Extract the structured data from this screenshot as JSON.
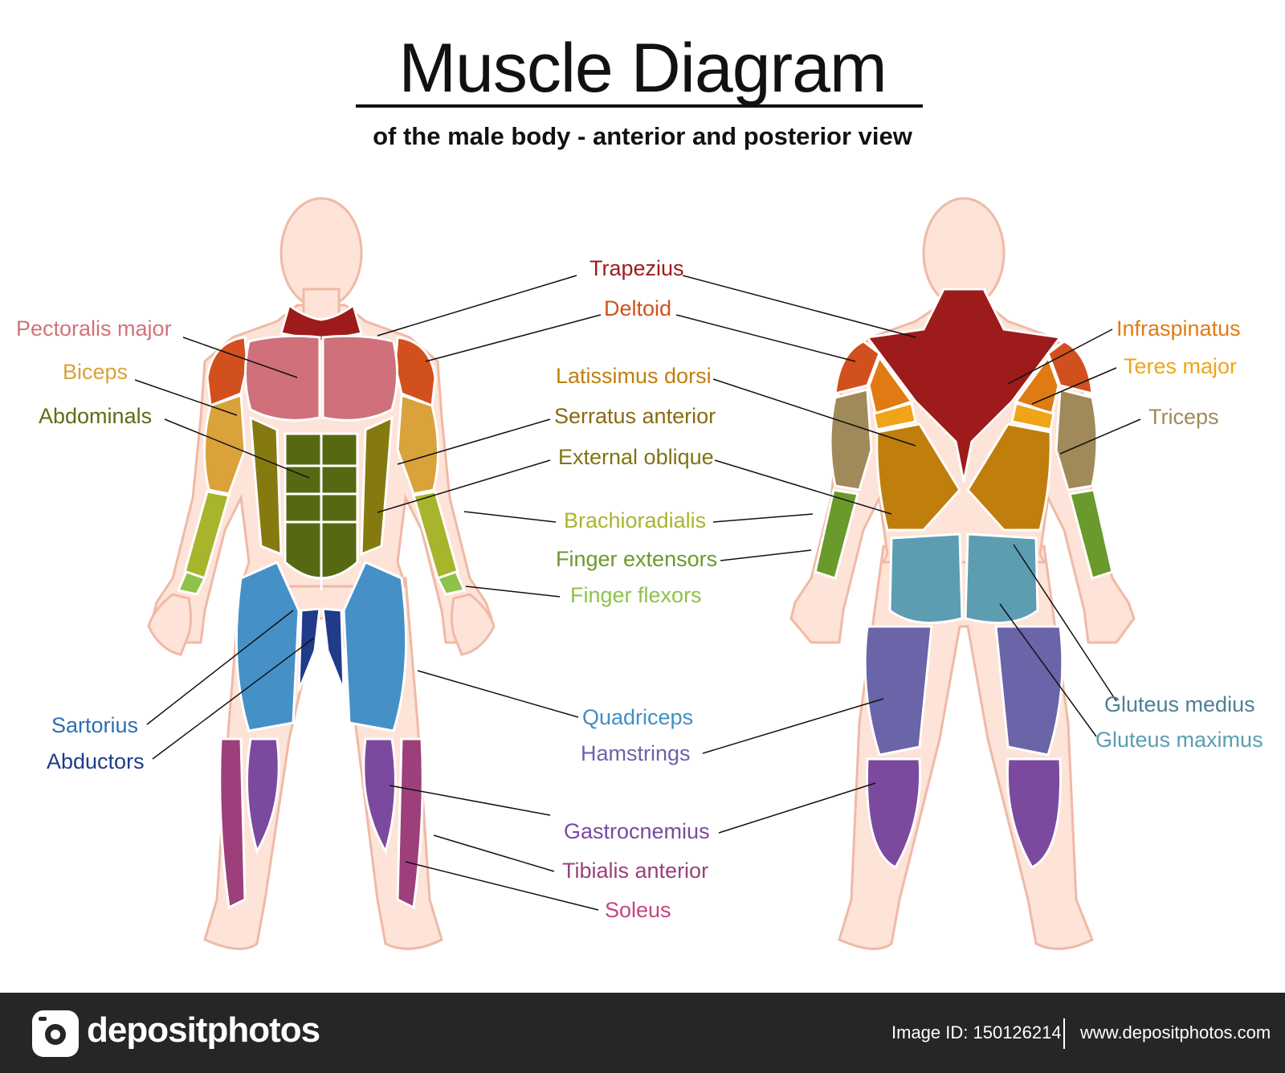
{
  "title": "Muscle Diagram",
  "subtitle": "of the male body - anterior and posterior view",
  "labels": {
    "trapezius": {
      "text": "Trapezius",
      "color": "#9e1b1b"
    },
    "deltoid": {
      "text": "Deltoid",
      "color": "#d2501e"
    },
    "latissimus": {
      "text": "Latissimus dorsi",
      "color": "#c07f0c"
    },
    "serratus": {
      "text": "Serratus anterior",
      "color": "#8a6a10"
    },
    "oblique": {
      "text": "External oblique",
      "color": "#7f7412"
    },
    "brachioradialis": {
      "text": "Brachioradialis",
      "color": "#a8b52c"
    },
    "finger_ext": {
      "text": "Finger extensors",
      "color": "#6a9a2b"
    },
    "finger_flex": {
      "text": "Finger flexors",
      "color": "#8ec24a"
    },
    "quadriceps": {
      "text": "Quadriceps",
      "color": "#3f8fc4"
    },
    "hamstrings": {
      "text": "Hamstrings",
      "color": "#6a64a8"
    },
    "gastrocnemius": {
      "text": "Gastrocnemius",
      "color": "#7b4a9e"
    },
    "tibialis": {
      "text": "Tibialis anterior",
      "color": "#9c3f7a"
    },
    "soleus": {
      "text": "Soleus",
      "color": "#c8447f"
    },
    "pectoralis": {
      "text": "Pectoralis major",
      "color": "#d0737a"
    },
    "biceps": {
      "text": "Biceps",
      "color": "#d9a23a"
    },
    "abdominals": {
      "text": "Abdominals",
      "color": "#5e6d12"
    },
    "sartorius": {
      "text": "Sartorius",
      "color": "#2e6fb0"
    },
    "abductors": {
      "text": "Abductors",
      "color": "#1f3b8a"
    },
    "infraspinatus": {
      "text": "Infraspinatus",
      "color": "#e07b14"
    },
    "teres": {
      "text": "Teres major",
      "color": "#f0a418"
    },
    "triceps": {
      "text": "Triceps",
      "color": "#a08a5a"
    },
    "glut_med": {
      "text": "Gluteus medius",
      "color": "#4d8094"
    },
    "glut_max": {
      "text": "Gluteus maximus",
      "color": "#5c9db2"
    }
  },
  "footer": {
    "brand": "depositphotos",
    "image_id": "Image ID: 150126214",
    "site": "www.depositphotos.com"
  },
  "colors": {
    "skin": "#fde3d8",
    "skin_outline": "#f0b9a6"
  }
}
